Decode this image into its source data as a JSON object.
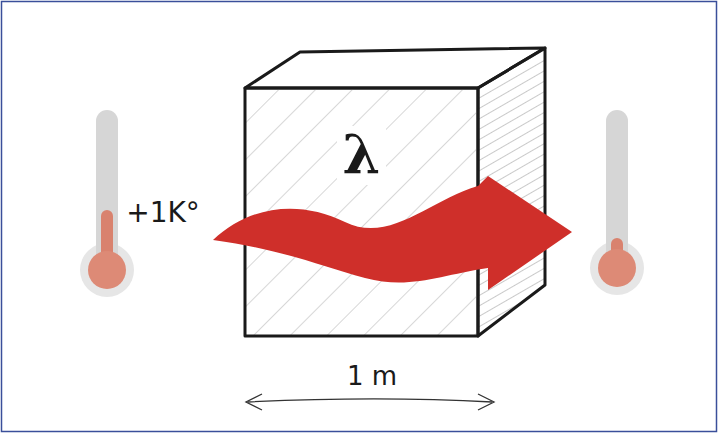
{
  "diagram": {
    "nodes": [
      {
        "text": [
          "λ"
        ]
      }
    ],
    "labels": [
      "+1K°",
      "1 m"
    ]
  }
}
